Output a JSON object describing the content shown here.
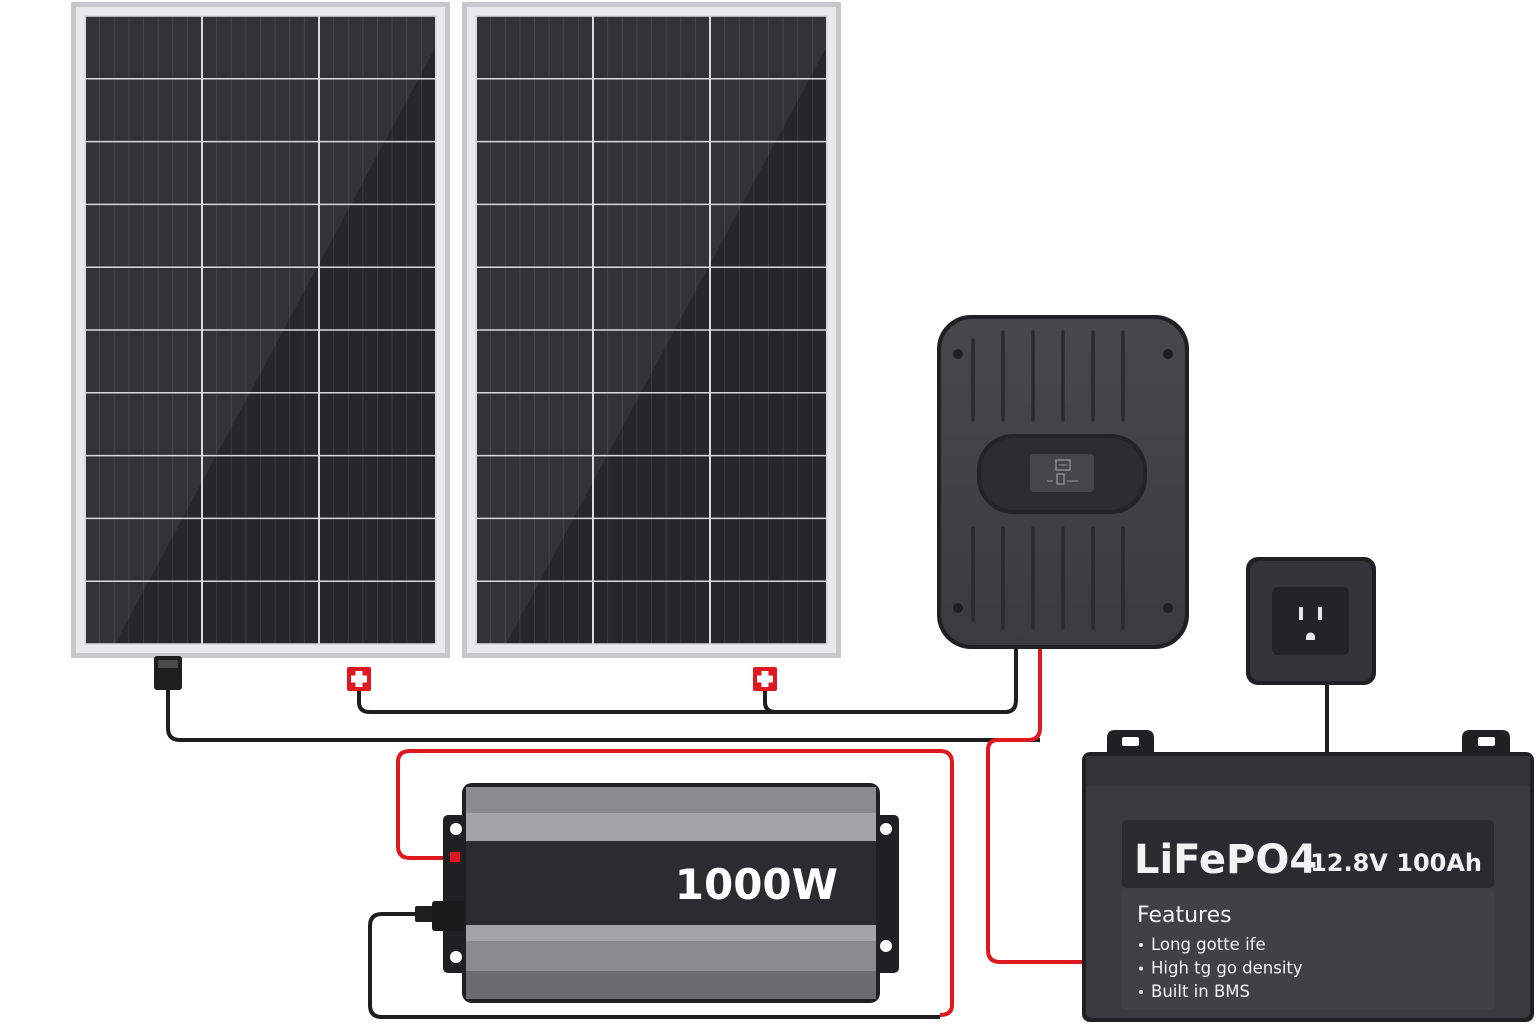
{
  "inverter": {
    "rating": "1000W"
  },
  "battery": {
    "chemistry": "LiFePO4",
    "spec": "12.8V 100Ah",
    "features_heading": "Features",
    "features": [
      "Long gotte ife",
      "High tg go density",
      "Built in BMS"
    ]
  },
  "colors": {
    "panel_frame": "#c6c8cb",
    "panel_cell": "#26272a",
    "wire_red": "#e0171f",
    "wire_black": "#1e1e1e",
    "device_body": "#3b3c3f",
    "terminal_red": "#e0171f"
  },
  "icons": {
    "panel_terminal": "plus-icon",
    "outlet": "ac-outlet-icon",
    "controller_display": "lcd-display-icon"
  }
}
